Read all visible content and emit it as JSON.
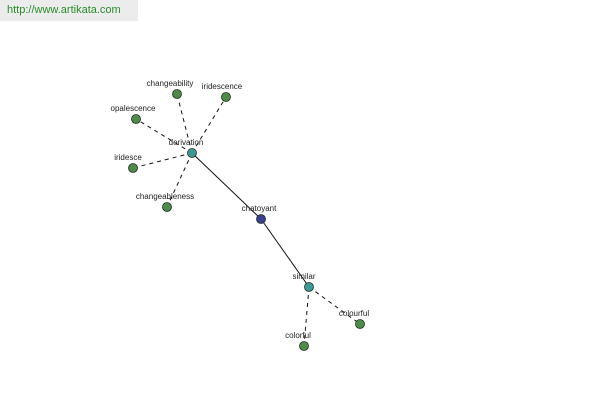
{
  "banner": {
    "url": "http://www.artikata.com"
  },
  "colors": {
    "hub_fill": "#3f9898",
    "center_fill": "#3a3f8f",
    "leaf_fill": "#4f8a4a",
    "node_stroke": "#1f2f1f",
    "edge": "#111111"
  },
  "graph": {
    "center": {
      "id": "chatoyant",
      "label": "chatoyant"
    },
    "hubs": [
      {
        "id": "derivation",
        "label": "derivation"
      },
      {
        "id": "similar",
        "label": "similar"
      }
    ],
    "leaves": [
      {
        "id": "changeability",
        "label": "changeability"
      },
      {
        "id": "iridescence",
        "label": "iridescence"
      },
      {
        "id": "opalescence",
        "label": "opalescence"
      },
      {
        "id": "iridesce",
        "label": "iridesce"
      },
      {
        "id": "changeableness",
        "label": "changeableness"
      },
      {
        "id": "colourful",
        "label": "colourful"
      },
      {
        "id": "colorful",
        "label": "colorful"
      }
    ],
    "edges": [
      {
        "from": "chatoyant",
        "to": "derivation",
        "style": "solid"
      },
      {
        "from": "chatoyant",
        "to": "similar",
        "style": "solid"
      },
      {
        "from": "derivation",
        "to": "changeability",
        "style": "dashed"
      },
      {
        "from": "derivation",
        "to": "iridescence",
        "style": "dashed"
      },
      {
        "from": "derivation",
        "to": "opalescence",
        "style": "dashed"
      },
      {
        "from": "derivation",
        "to": "iridesce",
        "style": "dashed"
      },
      {
        "from": "derivation",
        "to": "changeableness",
        "style": "dashed"
      },
      {
        "from": "similar",
        "to": "colourful",
        "style": "dashed"
      },
      {
        "from": "similar",
        "to": "colorful",
        "style": "dashed"
      }
    ]
  }
}
